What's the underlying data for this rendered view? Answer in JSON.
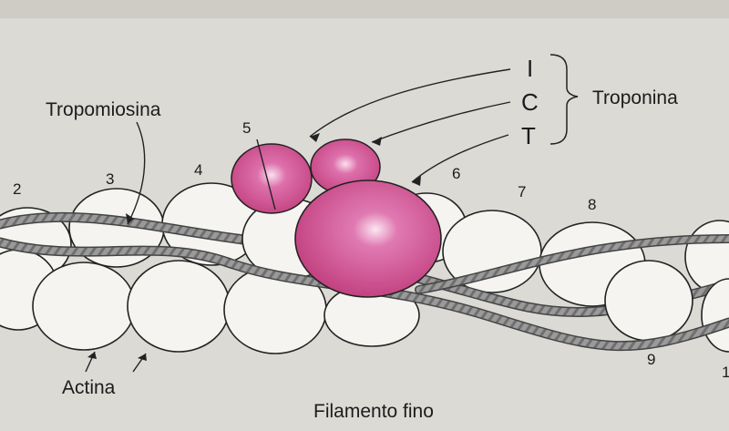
{
  "labels": {
    "tropomyosin": "Tropomiosina",
    "troponin": "Troponina",
    "actin": "Actina",
    "thin_filament": "Filamento fino"
  },
  "troponin_subunits": [
    "I",
    "C",
    "T"
  ],
  "bead_numbers": {
    "n2": "2",
    "n3": "3",
    "n4": "4",
    "n5": "5",
    "n6": "6",
    "n7": "7",
    "n8": "8",
    "n9": "9",
    "n10": "1"
  },
  "colors": {
    "paper": "#dcdad5",
    "troponin_magenta": "#d2559a",
    "actin_white": "#f5f4f0",
    "tropomyosin_gray": "#8a8a8a"
  }
}
